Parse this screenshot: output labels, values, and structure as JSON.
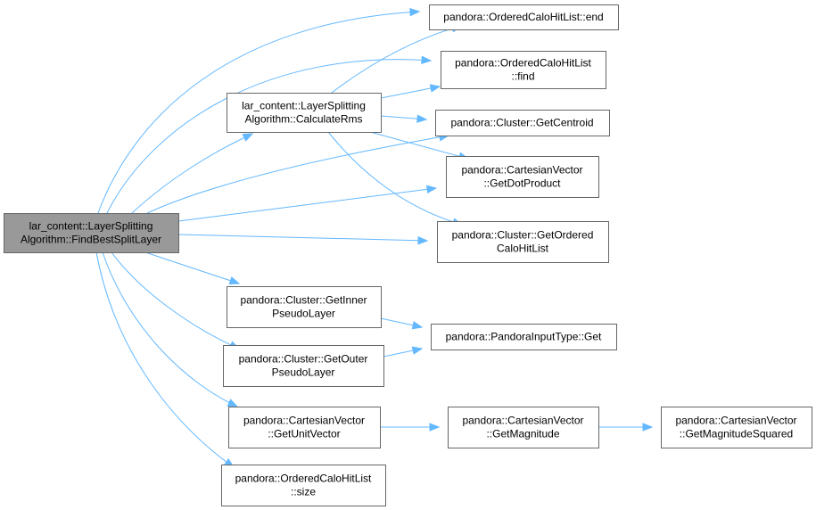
{
  "graph": {
    "focus_node": "find_best_split_layer",
    "colors": {
      "edge": "#63b8ff",
      "node_border": "#666666",
      "focus_fill": "#999999",
      "node_fill": "#ffffff"
    },
    "nodes": [
      {
        "id": "find_best_split_layer",
        "lines": [
          "lar_content::LayerSplitting",
          "Algorithm::FindBestSplitLayer"
        ]
      },
      {
        "id": "calculate_rms",
        "lines": [
          "lar_content::LayerSplitting",
          "Algorithm::CalculateRms"
        ]
      },
      {
        "id": "ordered_end",
        "lines": [
          "pandora::OrderedCaloHitList::end"
        ]
      },
      {
        "id": "ordered_find",
        "lines": [
          "pandora::OrderedCaloHitList",
          "::find"
        ]
      },
      {
        "id": "get_centroid",
        "lines": [
          "pandora::Cluster::GetCentroid"
        ]
      },
      {
        "id": "get_dot_product",
        "lines": [
          "pandora::CartesianVector",
          "::GetDotProduct"
        ]
      },
      {
        "id": "get_ordered_calo_hit_list",
        "lines": [
          "pandora::Cluster::GetOrdered",
          "CaloHitList"
        ]
      },
      {
        "id": "get_inner_pseudo_layer",
        "lines": [
          "pandora::Cluster::GetInner",
          "PseudoLayer"
        ]
      },
      {
        "id": "get_outer_pseudo_layer",
        "lines": [
          "pandora::Cluster::GetOuter",
          "PseudoLayer"
        ]
      },
      {
        "id": "pandora_input_type_get",
        "lines": [
          "pandora::PandoraInputType::Get"
        ]
      },
      {
        "id": "get_unit_vector",
        "lines": [
          "pandora::CartesianVector",
          "::GetUnitVector"
        ]
      },
      {
        "id": "get_magnitude",
        "lines": [
          "pandora::CartesianVector",
          "::GetMagnitude"
        ]
      },
      {
        "id": "get_magnitude_squared",
        "lines": [
          "pandora::CartesianVector",
          "::GetMagnitudeSquared"
        ]
      },
      {
        "id": "ordered_size",
        "lines": [
          "pandora::OrderedCaloHitList",
          "::size"
        ]
      }
    ],
    "edges": [
      {
        "from": "find_best_split_layer",
        "to": "ordered_end"
      },
      {
        "from": "find_best_split_layer",
        "to": "ordered_find"
      },
      {
        "from": "find_best_split_layer",
        "to": "calculate_rms"
      },
      {
        "from": "find_best_split_layer",
        "to": "get_centroid"
      },
      {
        "from": "find_best_split_layer",
        "to": "get_dot_product"
      },
      {
        "from": "find_best_split_layer",
        "to": "get_ordered_calo_hit_list"
      },
      {
        "from": "find_best_split_layer",
        "to": "get_inner_pseudo_layer"
      },
      {
        "from": "find_best_split_layer",
        "to": "get_outer_pseudo_layer"
      },
      {
        "from": "find_best_split_layer",
        "to": "get_unit_vector"
      },
      {
        "from": "find_best_split_layer",
        "to": "ordered_size"
      },
      {
        "from": "calculate_rms",
        "to": "ordered_end"
      },
      {
        "from": "calculate_rms",
        "to": "ordered_find"
      },
      {
        "from": "calculate_rms",
        "to": "get_centroid"
      },
      {
        "from": "calculate_rms",
        "to": "get_dot_product"
      },
      {
        "from": "calculate_rms",
        "to": "get_ordered_calo_hit_list"
      },
      {
        "from": "get_inner_pseudo_layer",
        "to": "pandora_input_type_get"
      },
      {
        "from": "get_outer_pseudo_layer",
        "to": "pandora_input_type_get"
      },
      {
        "from": "get_unit_vector",
        "to": "get_magnitude"
      },
      {
        "from": "get_magnitude",
        "to": "get_magnitude_squared"
      }
    ]
  }
}
